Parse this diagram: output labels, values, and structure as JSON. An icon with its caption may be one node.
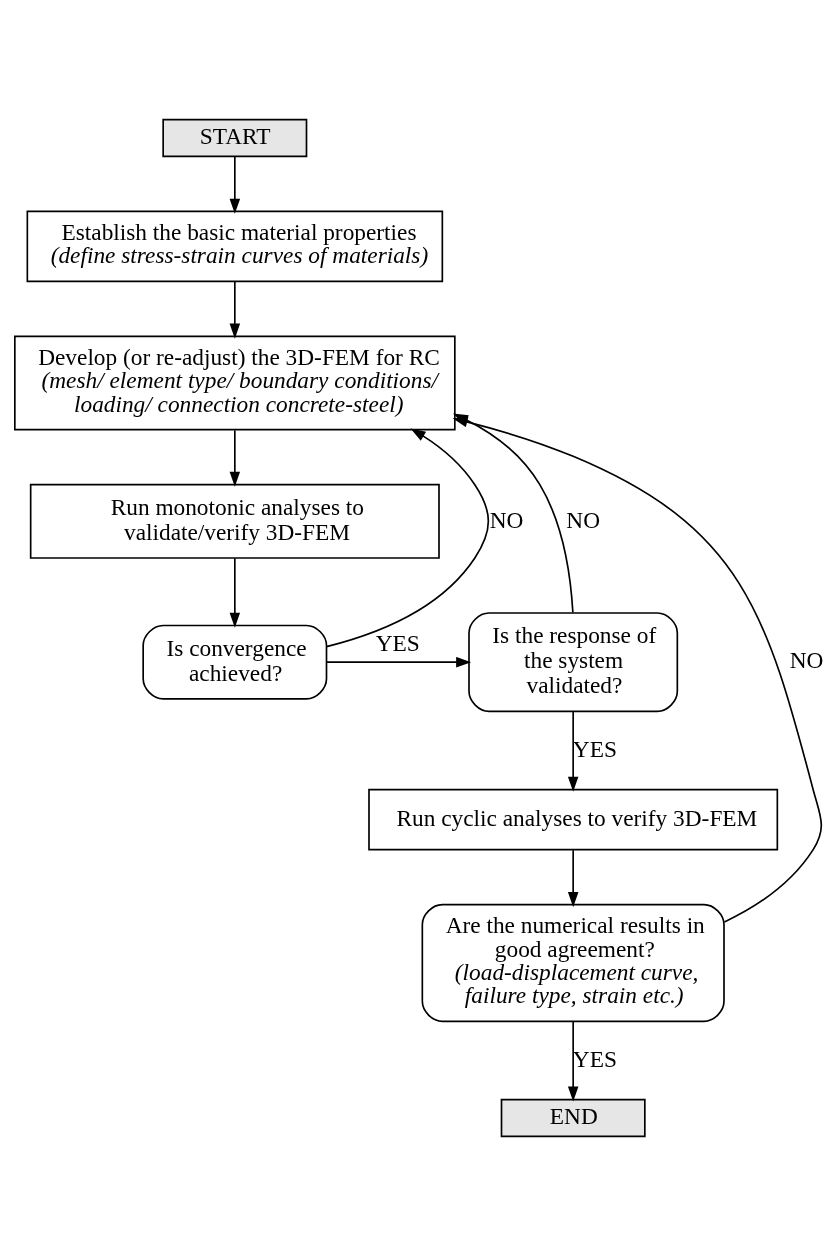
{
  "diagram": {
    "nodes": [
      {
        "text": [
          "START"
        ]
      },
      {
        "text": [
          "Establish the basic material properties",
          "(define stress-strain curves of materials)"
        ]
      },
      {
        "text": [
          "Develop (or re-adjust) the 3D-FEM for RC",
          "(mesh/ element type/ boundary conditions/ loading/ connection concrete-steel)"
        ]
      },
      {
        "text": [
          "Run monotonic analyses to validate/verify 3D-FEM"
        ]
      },
      {
        "text": [
          "Is convergence achieved?"
        ]
      },
      {
        "text": [
          "Is the response of the system validated?"
        ]
      },
      {
        "text": [
          "Run cyclic analyses to verify 3D-FEM"
        ]
      },
      {
        "text": [
          "Are the numerical results in good agreement?",
          "(load-displacement curve, failure type, strain etc.)"
        ]
      },
      {
        "text": [
          "END"
        ]
      }
    ],
    "edges": [
      {
        "from": 0,
        "to": 1,
        "arrow": "to"
      },
      {
        "from": 1,
        "to": 2,
        "arrow": "to"
      },
      {
        "from": 2,
        "to": 3,
        "arrow": "to"
      },
      {
        "from": 3,
        "to": 4,
        "arrow": "to"
      },
      {
        "from": 4,
        "to": 2,
        "arrow": "to",
        "label": "NO"
      },
      {
        "from": 4,
        "to": 5,
        "arrow": "to",
        "label": "YES"
      },
      {
        "from": 5,
        "to": 2,
        "arrow": "to",
        "label": "NO"
      },
      {
        "from": 5,
        "to": 6,
        "arrow": "to",
        "label": "YES"
      },
      {
        "from": 6,
        "to": 7,
        "arrow": "to"
      },
      {
        "from": 7,
        "to": 2,
        "arrow": "to",
        "label": "NO"
      },
      {
        "from": 7,
        "to": 8,
        "arrow": "to",
        "label": "YES"
      }
    ]
  }
}
